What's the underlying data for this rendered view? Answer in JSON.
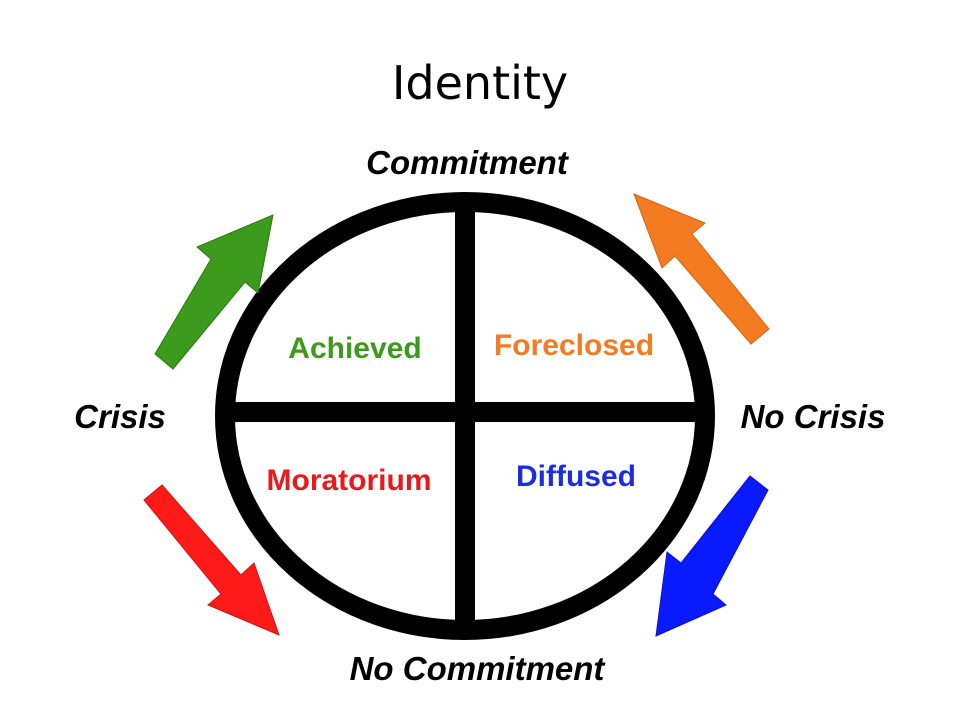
{
  "title": "Identity",
  "axes": {
    "top": "Commitment",
    "bottom": "No Commitment",
    "left": "Crisis",
    "right": "No Crisis"
  },
  "quadrants": [
    {
      "label": "Achieved",
      "color": "#3c9a1c"
    },
    {
      "label": "Foreclosed",
      "color": "#f47b20"
    },
    {
      "label": "Moratorium",
      "color": "#e8191f"
    },
    {
      "label": "Diffused",
      "color": "#1a2ee0"
    }
  ],
  "arrows": [
    {
      "name": "green-arrow",
      "color": "#3c9a1c",
      "direction": "up-right"
    },
    {
      "name": "orange-arrow",
      "color": "#f47b20",
      "direction": "up-left"
    },
    {
      "name": "red-arrow",
      "color": "#ff1a1a",
      "direction": "down-right"
    },
    {
      "name": "blue-arrow",
      "color": "#0a1aff",
      "direction": "down-left"
    }
  ]
}
